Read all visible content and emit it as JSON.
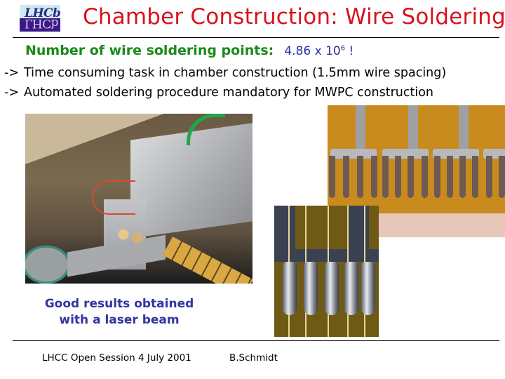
{
  "logo": {
    "text": "LHCb",
    "reflection": "LHCb"
  },
  "header": {
    "title": "Chamber Construction: Wire Soldering"
  },
  "subtitle": {
    "label": "Number of wire soldering points:",
    "value": "4.86 x 10",
    "exponent": "6",
    "suffix": " !"
  },
  "bullets": [
    {
      "arrow": "->",
      "text": "Time consuming task in chamber construction  (1.5mm wire spacing)"
    },
    {
      "arrow": "->",
      "text": "Automated soldering procedure mandatory for MWPC construction"
    }
  ],
  "images": [
    {
      "name": "laser-soldering-machine-photo"
    },
    {
      "name": "soldered-pads-closeup-photo"
    },
    {
      "name": "soldered-wires-closeup-photo"
    }
  ],
  "caption": {
    "line1": "Good results obtained",
    "line2": "with a laser beam"
  },
  "footer": {
    "session": "LHCC Open Session 4 July 2001",
    "author": "B.Schmidt"
  },
  "colors": {
    "title": "#d8121e",
    "subtitle_label": "#1a8a1a",
    "subtitle_value": "#3030a0",
    "caption": "#3434a0"
  }
}
